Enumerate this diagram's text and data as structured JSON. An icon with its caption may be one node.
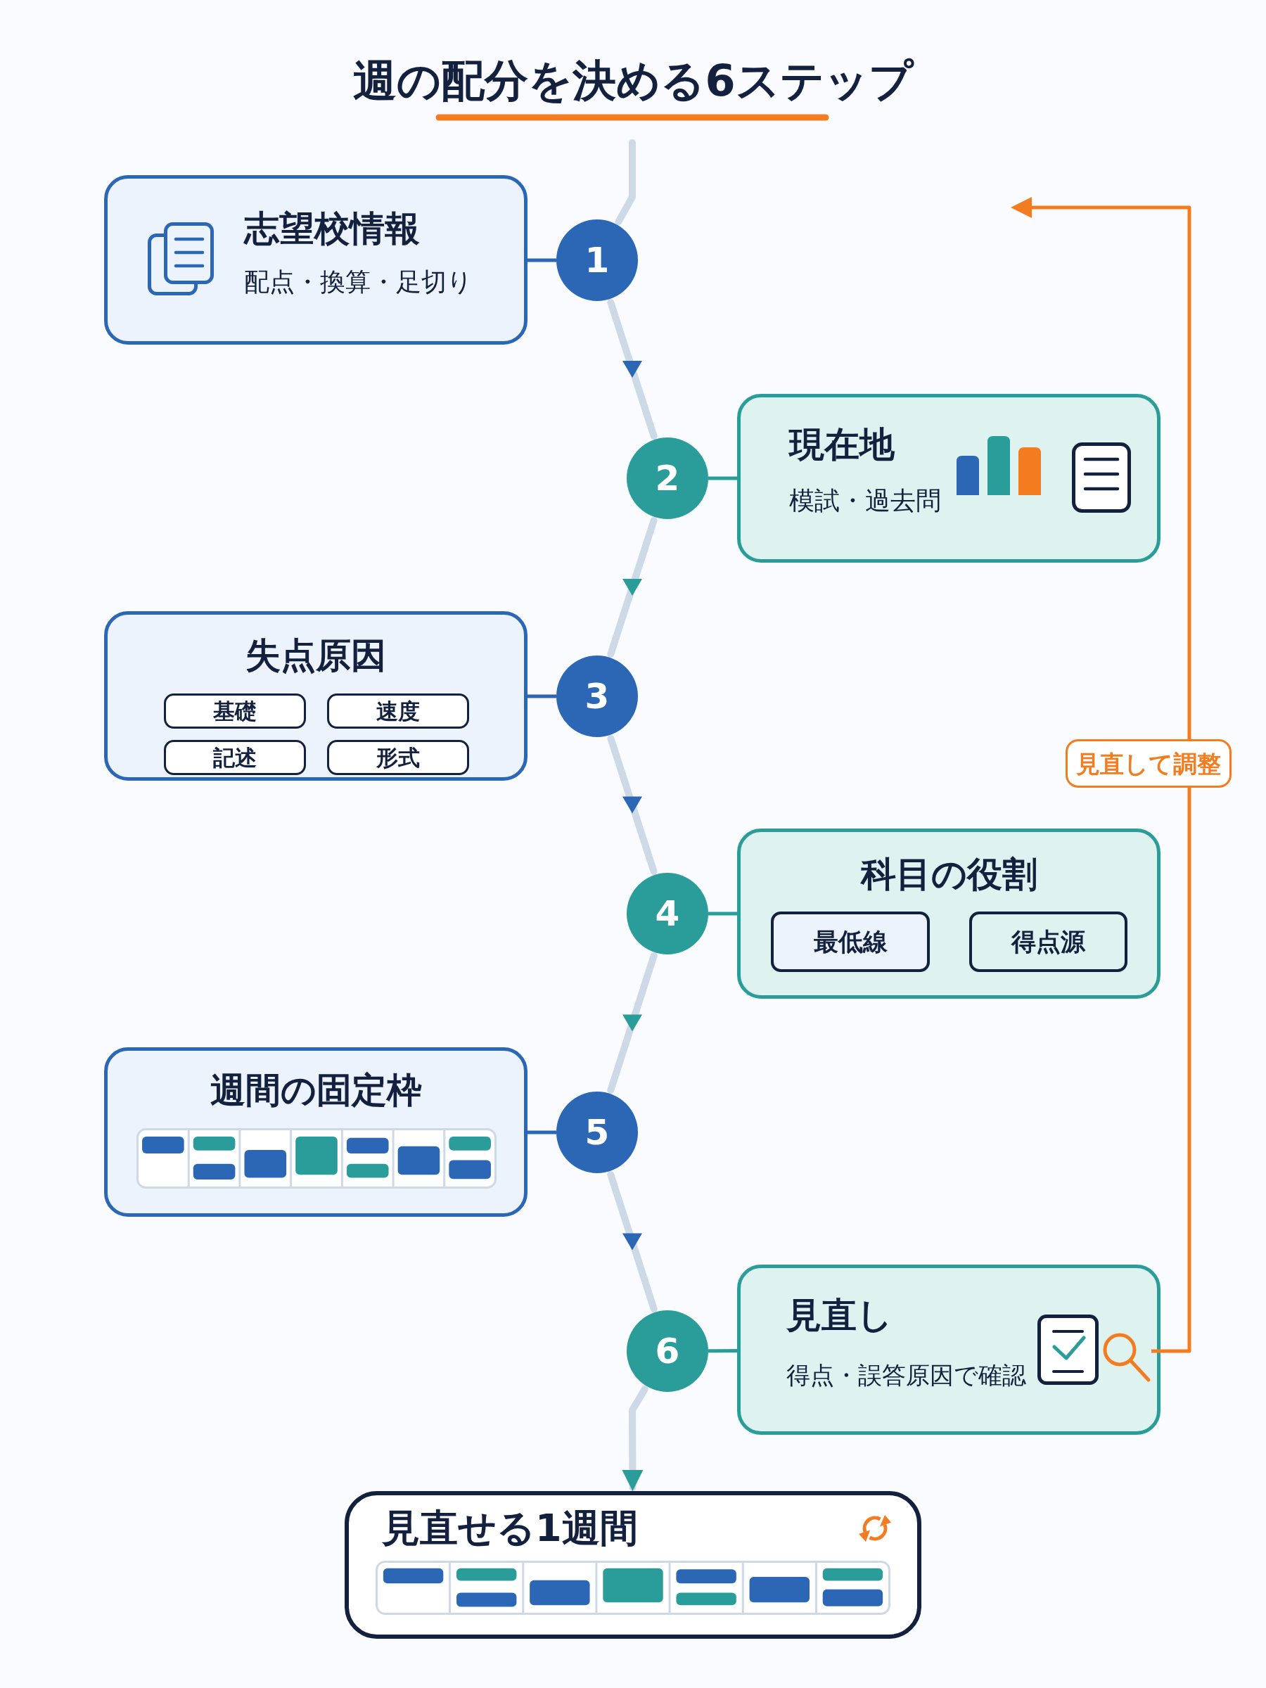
{
  "diagram": {
    "title": "週の配分を決める6ステップ",
    "nodes": [
      {
        "text": [
          "志望校情報",
          "配点・換算・足切り"
        ]
      },
      {
        "text": [
          "1"
        ]
      },
      {
        "text": [
          "2"
        ]
      },
      {
        "text": [
          "現在地",
          "模試・過去問"
        ]
      },
      {
        "text": [
          "失点原因"
        ]
      },
      {
        "text": [
          "基礎"
        ],
        "in": 4
      },
      {
        "text": [
          "速度"
        ],
        "in": 4
      },
      {
        "text": [
          "記述"
        ],
        "in": 4
      },
      {
        "text": [
          "形式"
        ],
        "in": 4
      },
      {
        "text": [
          "3"
        ]
      },
      {
        "text": [
          "4"
        ]
      },
      {
        "text": [
          "科目の役割"
        ]
      },
      {
        "text": [
          "最低線"
        ],
        "in": 11
      },
      {
        "text": [
          "得点源"
        ],
        "in": 11
      },
      {
        "text": [
          "週間の固定枠"
        ]
      },
      {
        "text": [
          "5"
        ]
      },
      {
        "text": [
          "6"
        ]
      },
      {
        "text": [
          "見直し",
          "得点・誤答原因で確認"
        ]
      },
      {
        "text": [],
        "shape": "picture",
        "in": 17
      },
      {
        "text": [
          "見直せる1週間"
        ]
      }
    ],
    "edges": [
      {
        "from": null,
        "to": 1,
        "arrow": "none",
        "style": "thick"
      },
      {
        "from": 0,
        "to": 1,
        "arrow": "none",
        "color": "#2b67b5"
      },
      {
        "from": 1,
        "to": 2,
        "arrow": "to",
        "style": "thick"
      },
      {
        "from": 3,
        "to": 2,
        "arrow": "none",
        "color": "#2a9d9a"
      },
      {
        "from": 2,
        "to": 9,
        "arrow": "to",
        "style": "thick"
      },
      {
        "from": 4,
        "to": 9,
        "arrow": "none",
        "color": "#2b67b5"
      },
      {
        "from": 9,
        "to": 10,
        "arrow": "to",
        "style": "thick"
      },
      {
        "from": 11,
        "to": 10,
        "arrow": "none",
        "color": "#2a9d9a"
      },
      {
        "from": 10,
        "to": 15,
        "arrow": "to",
        "style": "thick"
      },
      {
        "from": 14,
        "to": 15,
        "arrow": "none",
        "color": "#2b67b5"
      },
      {
        "from": 15,
        "to": 16,
        "arrow": "to",
        "style": "thick"
      },
      {
        "from": 17,
        "to": 16,
        "arrow": "none",
        "color": "#2a9d9a"
      },
      {
        "from": 16,
        "to": 19,
        "arrow": "to",
        "style": "thick"
      },
      {
        "from": 18,
        "to": null,
        "arrow": "to",
        "color": "#f47c20",
        "label": "見直して調整"
      }
    ]
  }
}
